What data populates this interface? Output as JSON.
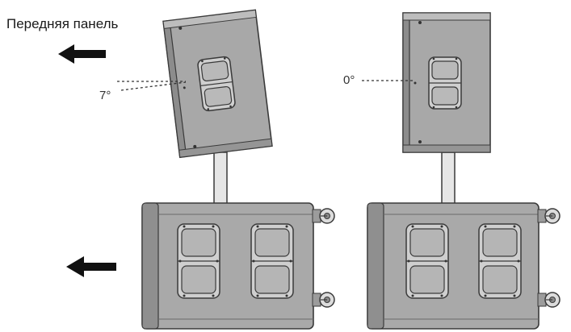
{
  "front_label": "Передняя панель",
  "angle_left": "7°",
  "angle_right": "0°",
  "icons": {
    "arrow_top": "arrow-left-icon",
    "arrow_bottom": "arrow-left-icon"
  },
  "colors": {
    "cabinet_fill": "#a9a9a9",
    "cabinet_side": "#8f8f8f",
    "outline": "#3a3a3a",
    "arrow": "#111111"
  }
}
